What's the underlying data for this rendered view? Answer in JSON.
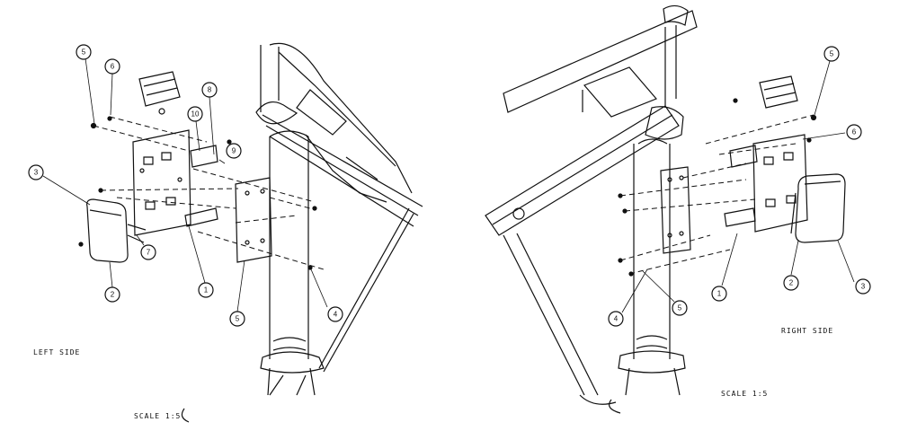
{
  "labels": {
    "left_side": "LEFT SIDE",
    "right_side": "RIGHT SIDE",
    "scale_left": "SCALE  1:5",
    "scale_right": "SCALE  1:5"
  },
  "left_callouts": [
    "5",
    "6",
    "8",
    "10",
    "9",
    "3",
    "7",
    "2",
    "1",
    "5",
    "4"
  ],
  "right_callouts": [
    "5",
    "6",
    "1",
    "2",
    "3",
    "4",
    "5"
  ],
  "colors": {
    "line": "#111111",
    "background": "#ffffff"
  }
}
